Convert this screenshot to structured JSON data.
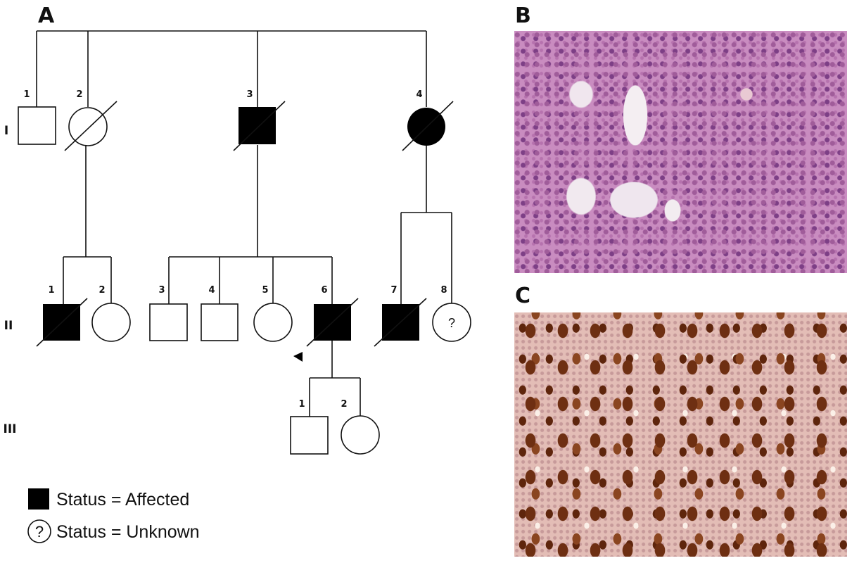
{
  "panels": {
    "a": "A",
    "b": "B",
    "c": "C"
  },
  "generations": {
    "g1": "I",
    "g2": "II",
    "g3": "III"
  },
  "individuals": {
    "I1": "1",
    "I2": "2",
    "I3": "3",
    "I4": "4",
    "II1": "1",
    "II2": "2",
    "II3": "3",
    "II4": "4",
    "II5": "5",
    "II6": "6",
    "II7": "7",
    "II8": "8",
    "III1": "1",
    "III2": "2"
  },
  "unknown_symbol": "?",
  "legend": {
    "affected": "Status = Affected",
    "unknown": "Status = Unknown",
    "unknown_symbol": "?"
  },
  "colors": {
    "affected": "#000000",
    "line": "#111111"
  }
}
